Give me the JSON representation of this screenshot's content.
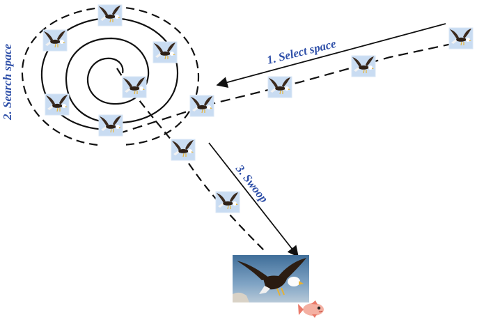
{
  "diagram": {
    "steps": [
      {
        "label": "1. Select space"
      },
      {
        "label": "2. Search space"
      },
      {
        "label": "3. Swoop"
      }
    ],
    "label_color": "#2e4fa8",
    "path_color": "#111111",
    "thumb_bg": "#c9dcf2",
    "icons": {
      "small_eagle": "flying-eagle-icon",
      "large_eagle": "eagle-photo",
      "prey": "fish-icon"
    }
  }
}
